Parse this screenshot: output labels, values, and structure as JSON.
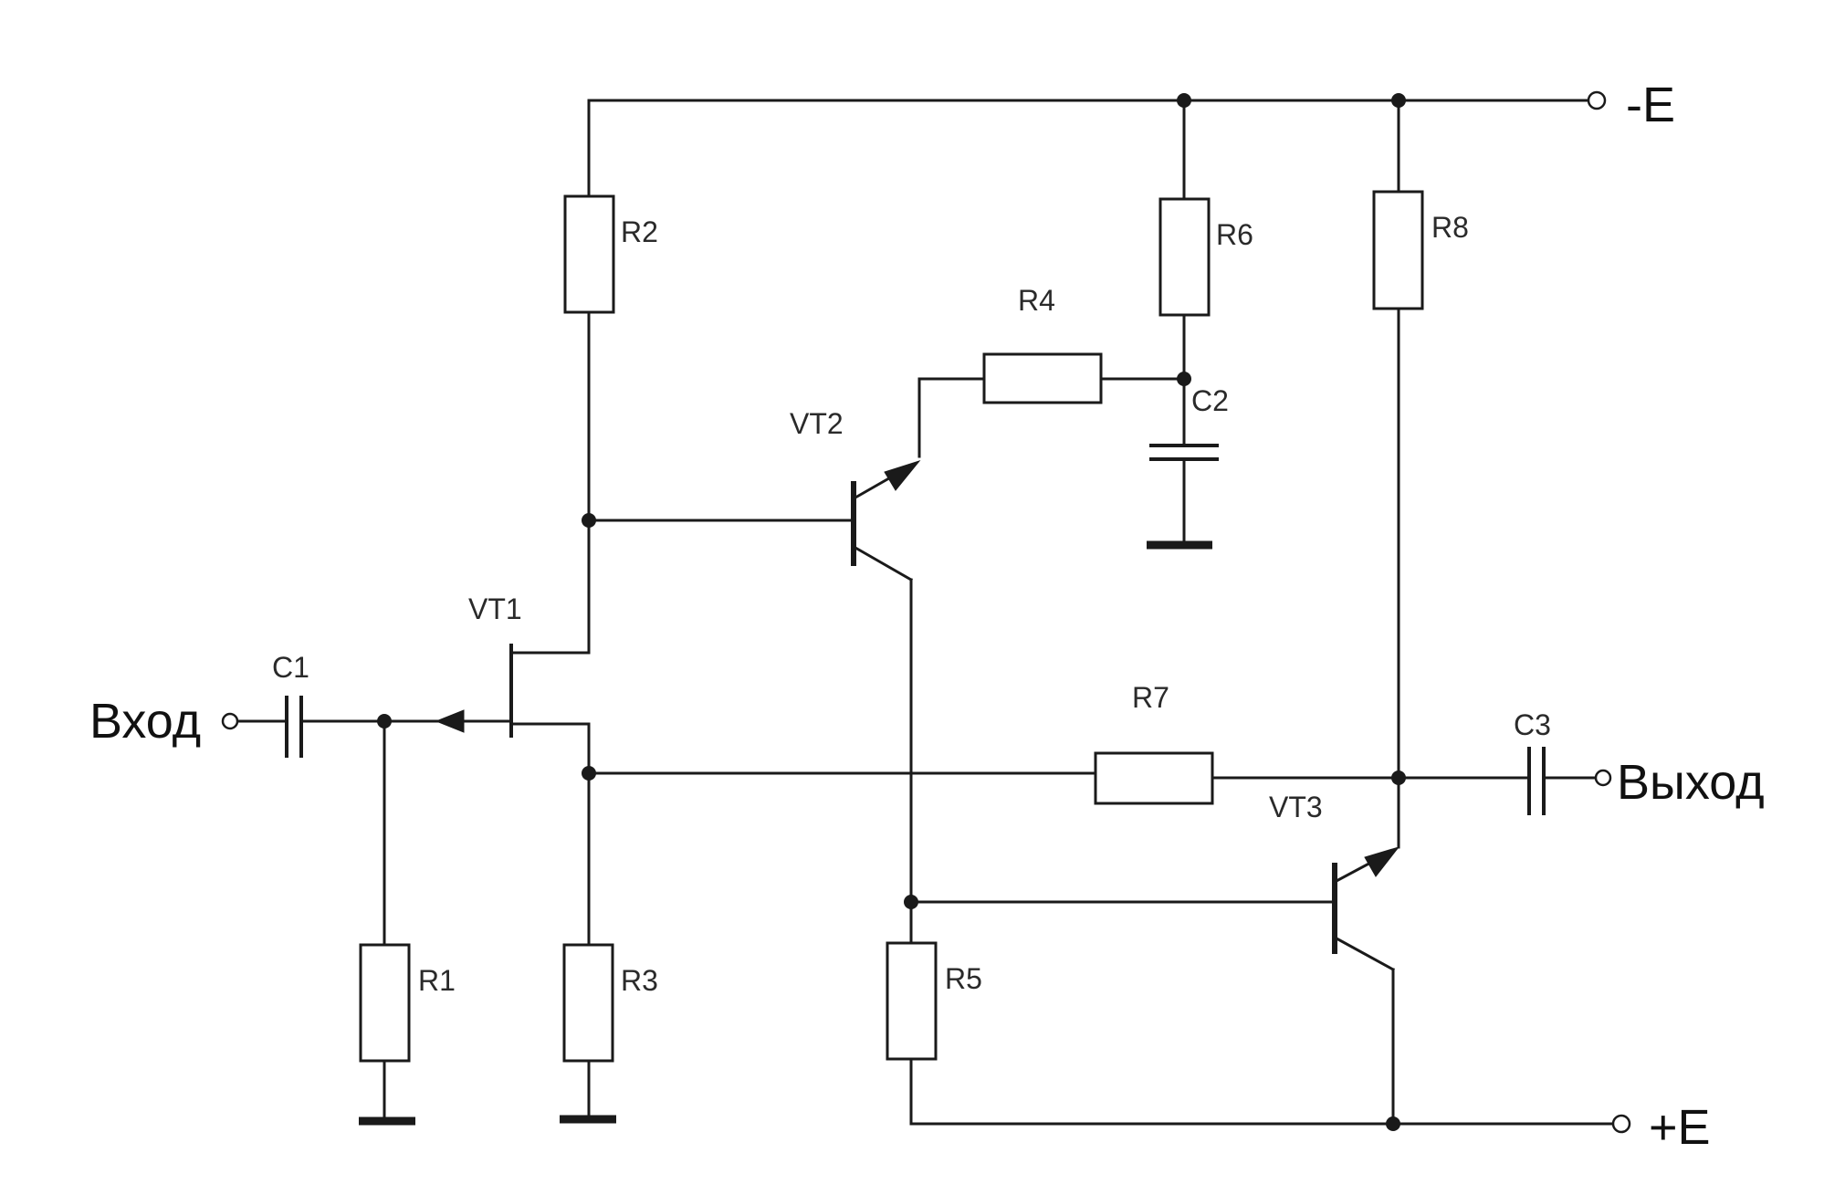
{
  "terminals": {
    "minus_e": "-E",
    "plus_e": "+E",
    "input": "Вход",
    "output": "Выход"
  },
  "components": {
    "r1": "R1",
    "r2": "R2",
    "r3": "R3",
    "r4": "R4",
    "r5": "R5",
    "r6": "R6",
    "r7": "R7",
    "r8": "R8",
    "c1": "C1",
    "c2": "C2",
    "c3": "C3",
    "vt1": "VT1",
    "vt2": "VT2",
    "vt3": "VT3"
  }
}
